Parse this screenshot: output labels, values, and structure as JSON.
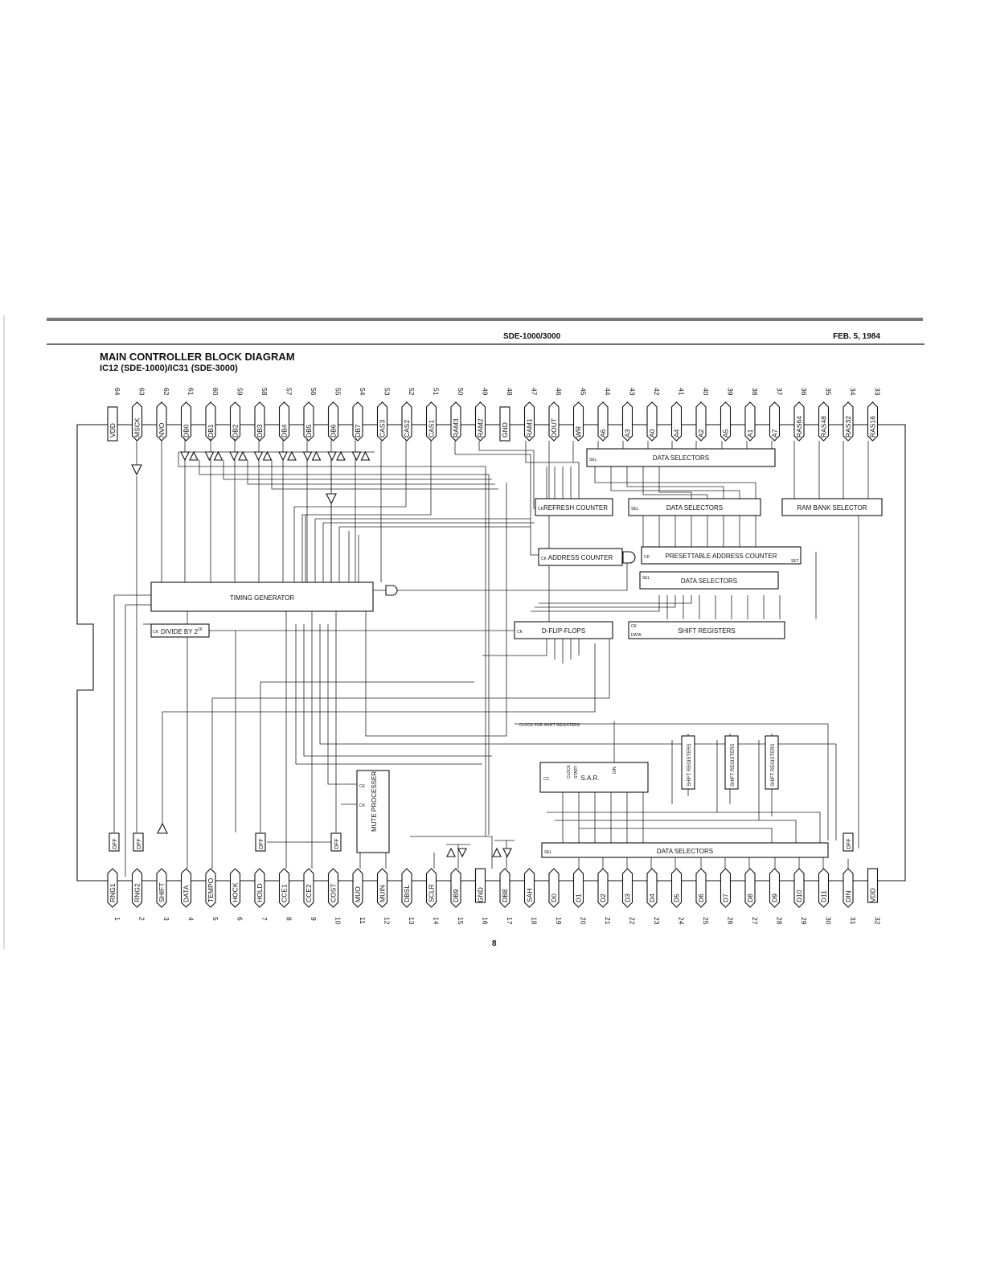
{
  "header": {
    "model": "SDE-1000/3000",
    "date": "FEB. 5, 1984"
  },
  "title": "MAIN CONTROLLER BLOCK DIAGRAM",
  "subtitle": "IC12 (SDE-1000)/IC31 (SDE-3000)",
  "page_number": "8",
  "top_pins": [
    {
      "num": "64",
      "label": "VDD"
    },
    {
      "num": "63",
      "label": "MSCK"
    },
    {
      "num": "62",
      "label": "NVO"
    },
    {
      "num": "61",
      "label": "DB0"
    },
    {
      "num": "60",
      "label": "DB1"
    },
    {
      "num": "59",
      "label": "DB2"
    },
    {
      "num": "58",
      "label": "DB3"
    },
    {
      "num": "57",
      "label": "DB4"
    },
    {
      "num": "56",
      "label": "DB5"
    },
    {
      "num": "55",
      "label": "DB6"
    },
    {
      "num": "54",
      "label": "DB7"
    },
    {
      "num": "53",
      "label": "CAS3"
    },
    {
      "num": "52",
      "label": "CAS2"
    },
    {
      "num": "51",
      "label": "CAS1"
    },
    {
      "num": "50",
      "label": "RAM3"
    },
    {
      "num": "49",
      "label": "RAM2"
    },
    {
      "num": "48",
      "label": "GND"
    },
    {
      "num": "47",
      "label": "RAM1"
    },
    {
      "num": "46",
      "label": "DOUT"
    },
    {
      "num": "45",
      "label": "WR"
    },
    {
      "num": "44",
      "label": "A6"
    },
    {
      "num": "43",
      "label": "A3"
    },
    {
      "num": "42",
      "label": "A0"
    },
    {
      "num": "41",
      "label": "A4"
    },
    {
      "num": "40",
      "label": "A2"
    },
    {
      "num": "39",
      "label": "A5"
    },
    {
      "num": "38",
      "label": "A1"
    },
    {
      "num": "37",
      "label": "A7"
    },
    {
      "num": "36",
      "label": "RAS64"
    },
    {
      "num": "35",
      "label": "RAS48"
    },
    {
      "num": "34",
      "label": "RAS32"
    },
    {
      "num": "33",
      "label": "RAS16"
    }
  ],
  "bottom_pins": [
    {
      "num": "1",
      "label": "RNG1"
    },
    {
      "num": "2",
      "label": "RNG2"
    },
    {
      "num": "3",
      "label": "SHIFT"
    },
    {
      "num": "4",
      "label": "DATA"
    },
    {
      "num": "5",
      "label": "TEMPO"
    },
    {
      "num": "6",
      "label": "HOCK"
    },
    {
      "num": "7",
      "label": "HOLD"
    },
    {
      "num": "8",
      "label": "CCE1"
    },
    {
      "num": "9",
      "label": "CCE2"
    },
    {
      "num": "10",
      "label": "COST"
    },
    {
      "num": "11",
      "label": "MUO"
    },
    {
      "num": "12",
      "label": "MUIN"
    },
    {
      "num": "13",
      "label": "DBSL"
    },
    {
      "num": "14",
      "label": "SCLR"
    },
    {
      "num": "15",
      "label": "DB9"
    },
    {
      "num": "16",
      "label": "GND"
    },
    {
      "num": "17",
      "label": "DB8"
    },
    {
      "num": "18",
      "label": "SAH"
    },
    {
      "num": "19",
      "label": "D0"
    },
    {
      "num": "20",
      "label": "D1"
    },
    {
      "num": "21",
      "label": "D2"
    },
    {
      "num": "22",
      "label": "D3"
    },
    {
      "num": "23",
      "label": "D4"
    },
    {
      "num": "24",
      "label": "D5"
    },
    {
      "num": "25",
      "label": "D6"
    },
    {
      "num": "26",
      "label": "D7"
    },
    {
      "num": "27",
      "label": "D8"
    },
    {
      "num": "28",
      "label": "D9"
    },
    {
      "num": "29",
      "label": "D10"
    },
    {
      "num": "30",
      "label": "D11"
    },
    {
      "num": "31",
      "label": "DIN"
    },
    {
      "num": "32",
      "label": "VDD"
    }
  ],
  "blocks": {
    "data_selectors_top": "DATA SELECTORS",
    "refresh_counter": "REFRESH COUNTER",
    "data_selectors_mid": "DATA SELECTORS",
    "ram_bank_selector": "RAM BANK SELECTOR",
    "address_counter": "ADDRESS COUNTER",
    "presettable_address_counter": "PRESETTABLE ADDRESS COUNTER",
    "data_selectors_lower": "DATA SELECTORS",
    "timing_generator": "TIMING GENERATOR",
    "divide_by": "DIVIDE BY 2",
    "divide_by_exp": "16",
    "d_flip_flops": "D-FLIP-FLOPS",
    "shift_registers": "SHIFT REGISTERS",
    "clock_for_shift_registers": "CLOCK FOR SHIFT REGISTERS",
    "sar": "S.A.R.",
    "mute_processer": "MUTE PROCESSER",
    "shift_registers_small": "SHIFT REGISTERS",
    "data_selectors_bottom": "DATA SELECTORS",
    "dff": "DFF"
  },
  "port_labels": {
    "sel": "SEL",
    "ck": "CK",
    "set": "SET",
    "data": "DATA",
    "clock": "CLOCK",
    "start": "START",
    "din": "DIN",
    "cc": "CC"
  }
}
